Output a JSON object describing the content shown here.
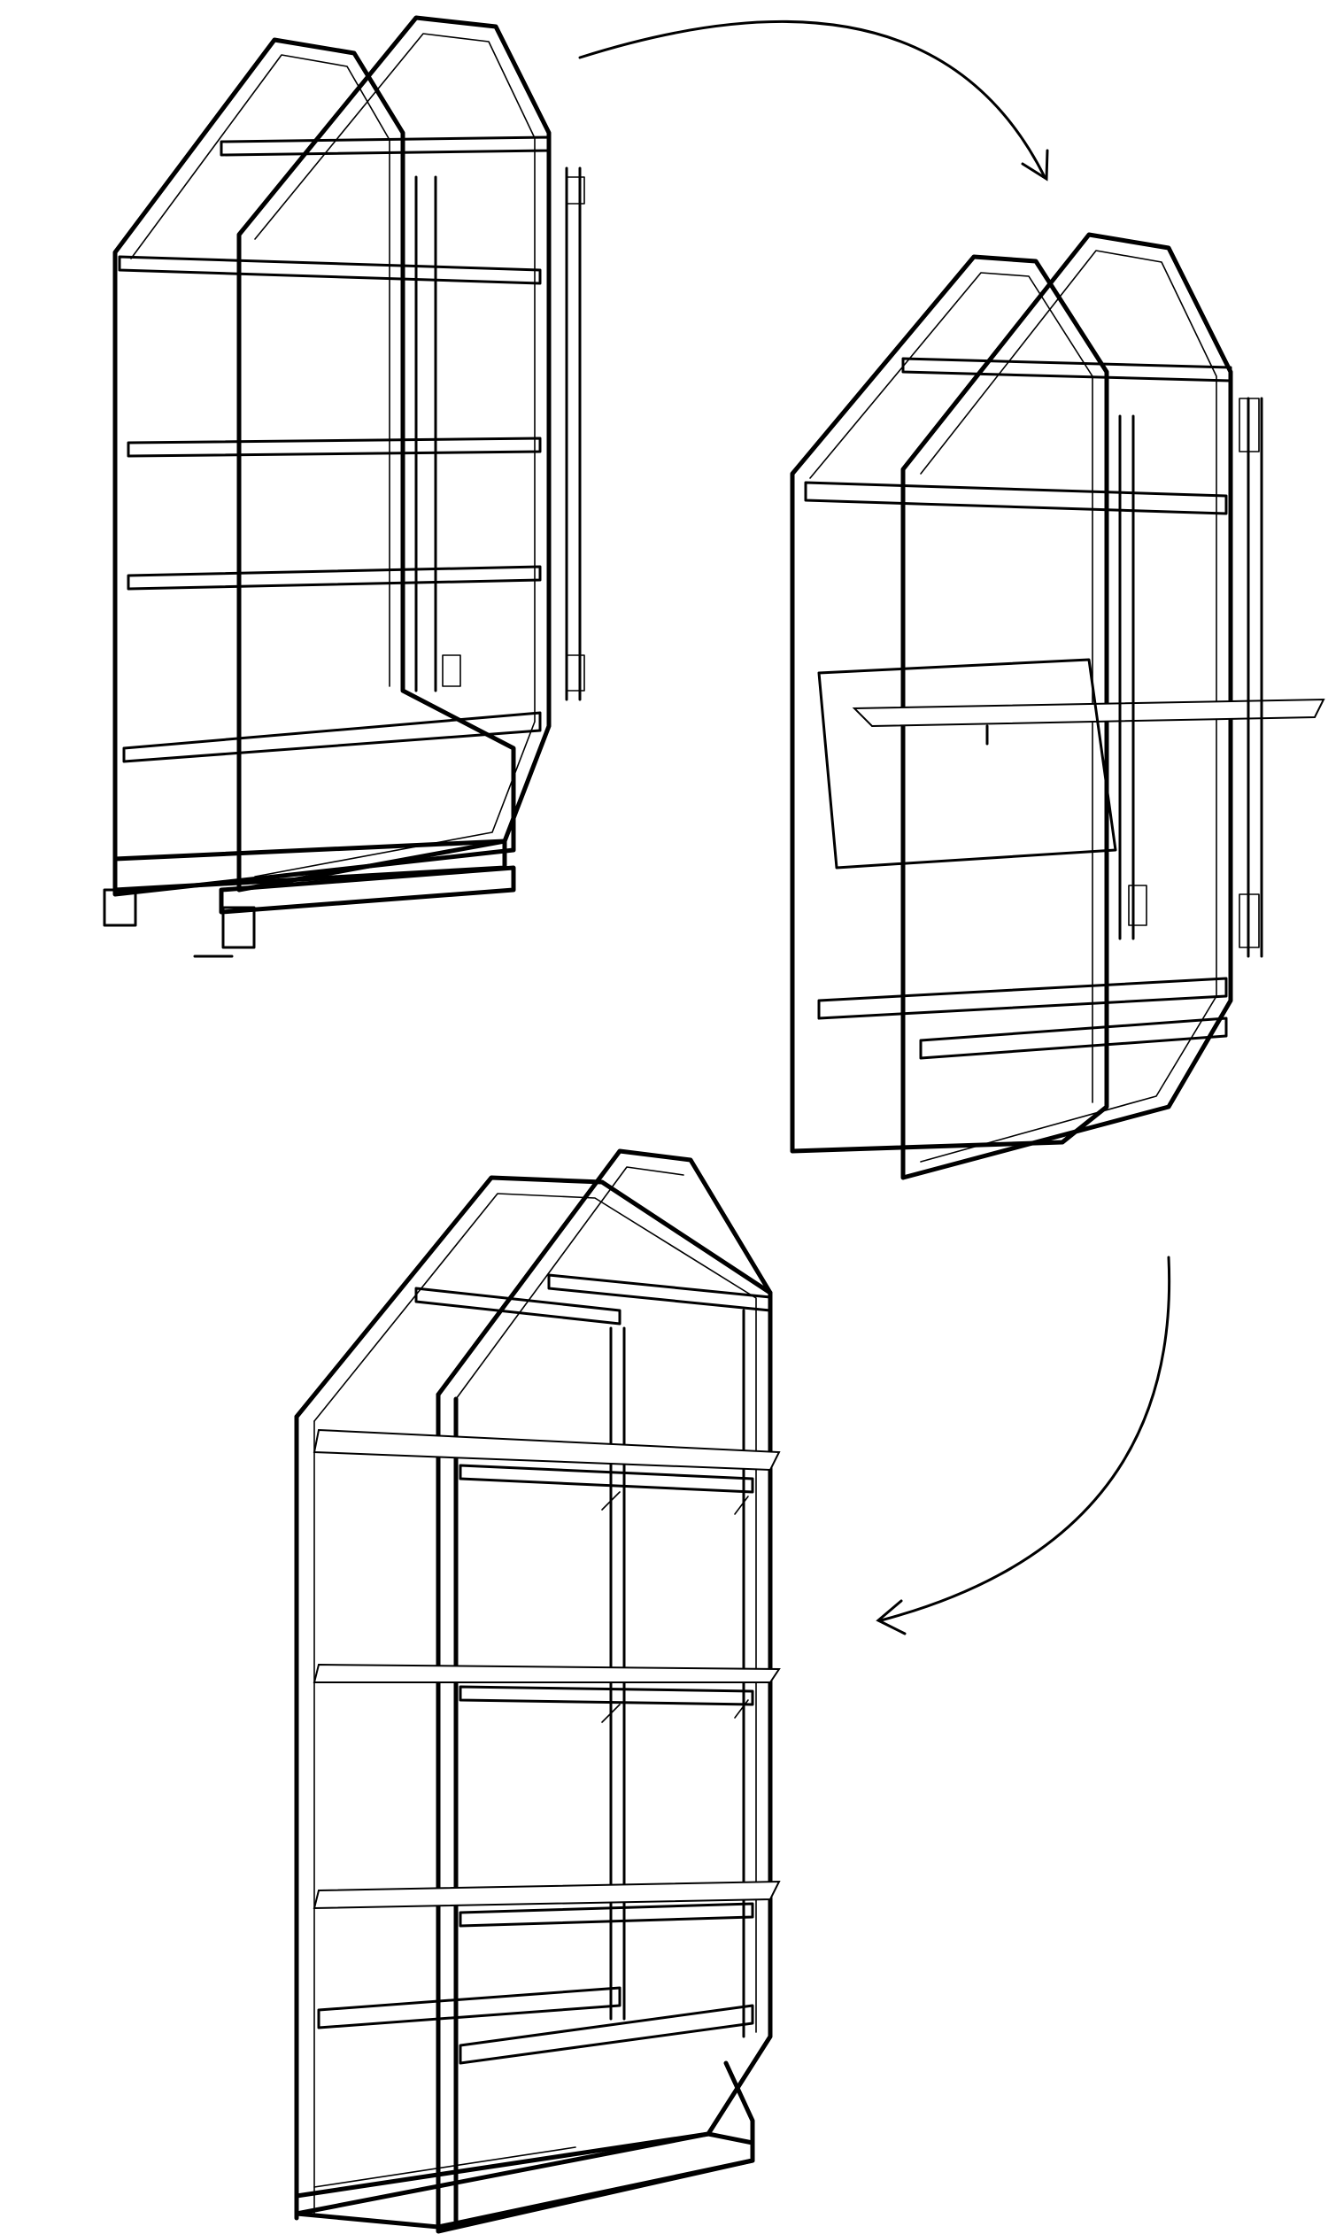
{
  "diagram": {
    "steps": [
      {
        "state": "folded",
        "icon": "frame-folded-icon"
      },
      {
        "state": "opening",
        "icon": "frame-opening-icon"
      },
      {
        "state": "deployed",
        "icon": "frame-deployed-icon"
      }
    ],
    "transitions": [
      {
        "from": "folded",
        "to": "opening",
        "icon": "curved-arrow-icon"
      },
      {
        "from": "opening",
        "to": "deployed",
        "icon": "curved-arrow-icon"
      }
    ],
    "colors": {
      "line": "#000000",
      "background": "#ffffff"
    }
  }
}
